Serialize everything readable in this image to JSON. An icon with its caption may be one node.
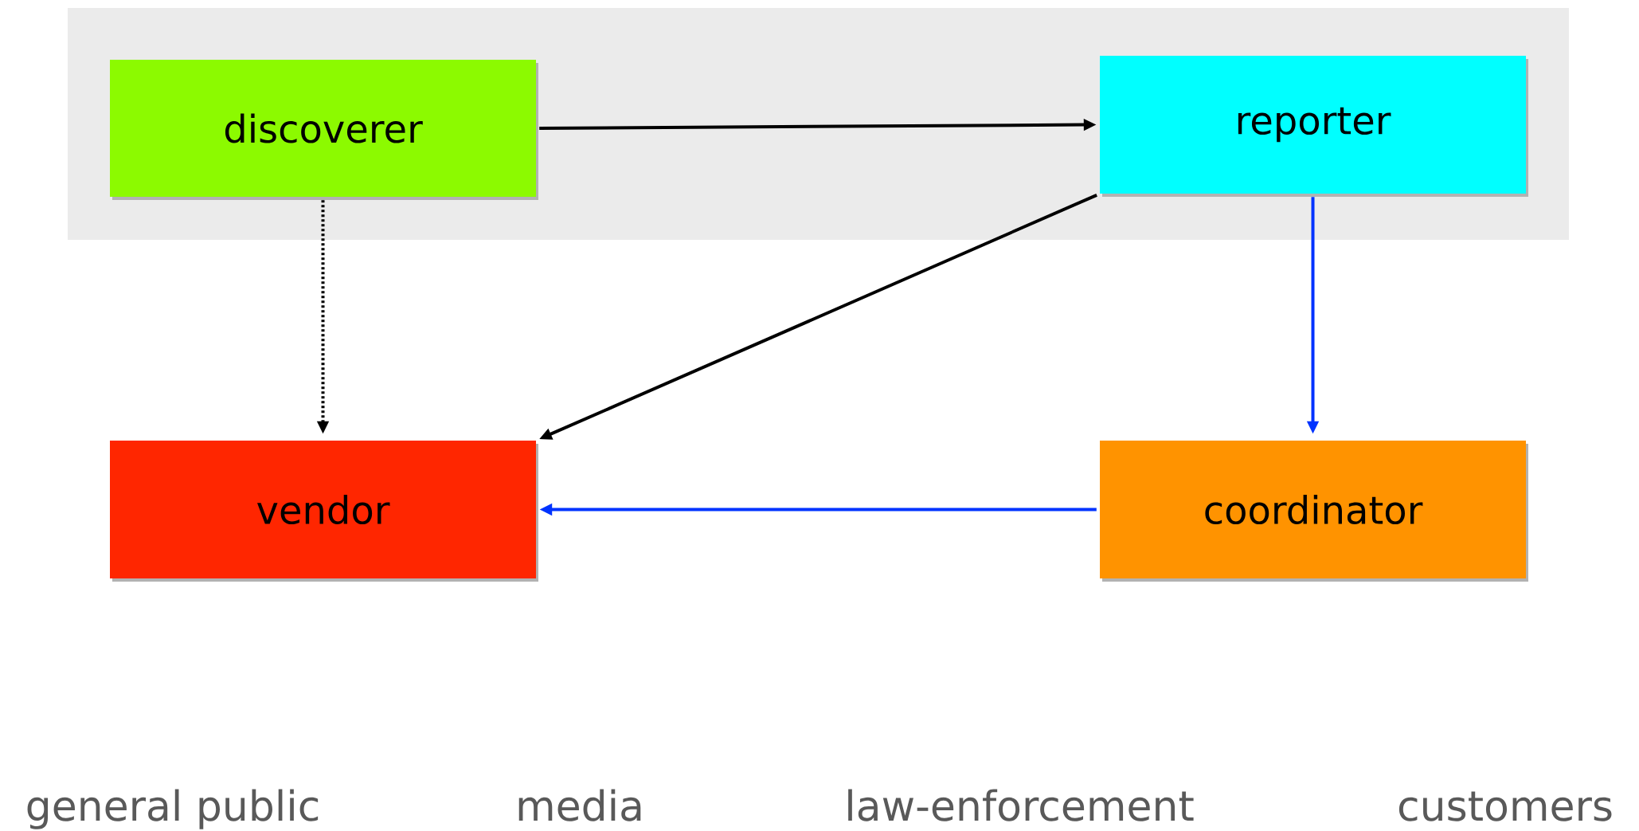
{
  "diagram": {
    "nodes": [
      {
        "text": [
          "discoverer"
        ]
      },
      {
        "text": [
          "reporter"
        ]
      },
      {
        "text": [
          "vendor"
        ]
      },
      {
        "text": [
          "coordinator"
        ]
      }
    ],
    "edges": [
      {
        "from": 0,
        "to": 1,
        "arrow": "to"
      },
      {
        "from": 0,
        "to": 2,
        "arrow": "to",
        "style": "dashed"
      },
      {
        "from": 1,
        "to": 2,
        "arrow": "to"
      },
      {
        "from": 1,
        "to": 3,
        "arrow": "to",
        "color": "#0033ff"
      },
      {
        "from": 3,
        "to": 2,
        "arrow": "to",
        "color": "#0033ff"
      }
    ],
    "labels": [
      "general public",
      "media",
      "law-enforcement",
      "customers"
    ]
  }
}
